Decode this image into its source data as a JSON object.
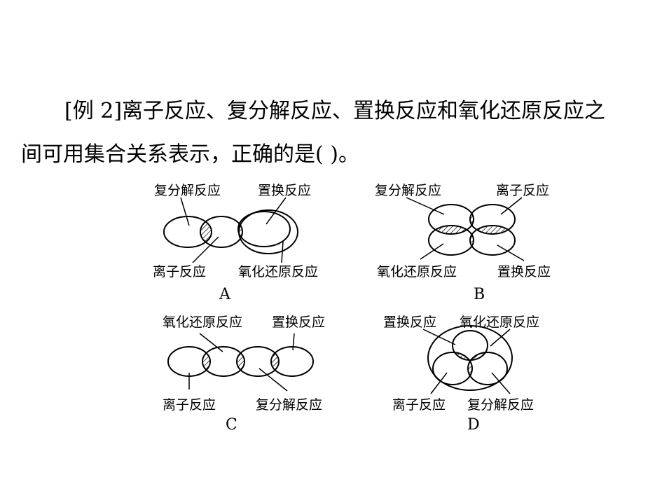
{
  "question": {
    "line1": "[例  2]离子反应、复分解反应、置换反应和氧化还原反应之",
    "line2": "间可用集合关系表示，正确的是(        )。"
  },
  "diagrams": {
    "A": {
      "label": "A",
      "tl": "复分解反应",
      "tr": "置换反应",
      "bl": "离子反应",
      "br": "氧化还原反应"
    },
    "B": {
      "label": "B",
      "tl": "复分解反应",
      "tr": "离子反应",
      "bl": "氧化还原反应",
      "br": "置换反应"
    },
    "C": {
      "label": "C",
      "tl": "氧化还原反应",
      "tr": "置换反应",
      "bl": "离子反应",
      "br": "复分解反应"
    },
    "D": {
      "label": "D",
      "tl": "置换反应",
      "tr": "氧化还原反应",
      "bl": "离子反应",
      "br": "复分解反应"
    }
  }
}
